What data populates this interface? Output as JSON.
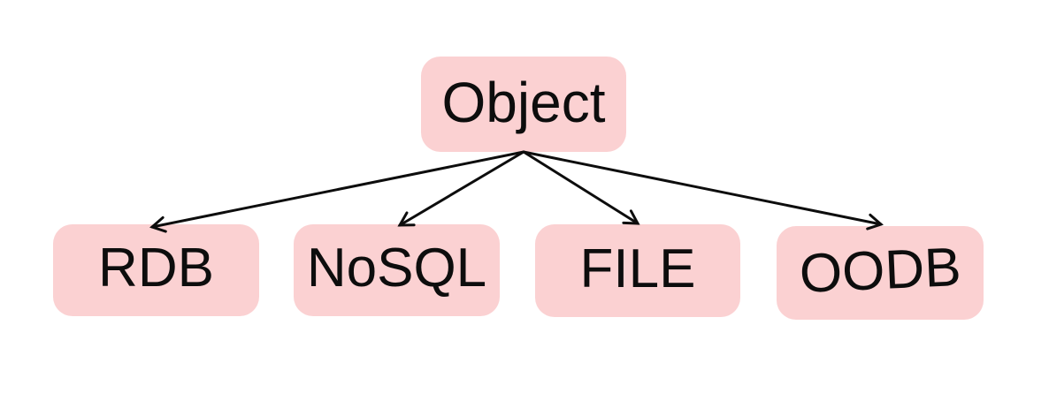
{
  "colors": {
    "background": "#ffffff",
    "node-fill": "#fbd1d2",
    "text": "#0d0d0d",
    "arrow": "#0d0d0d"
  },
  "diagram": {
    "type": "tree",
    "root": {
      "label": "Object"
    },
    "children": [
      {
        "label": "RDB"
      },
      {
        "label": "NoSQL"
      },
      {
        "label": "FILE"
      },
      {
        "label": "OODB"
      }
    ],
    "edges": [
      {
        "from": "Object",
        "to": "RDB"
      },
      {
        "from": "Object",
        "to": "NoSQL"
      },
      {
        "from": "Object",
        "to": "FILE"
      },
      {
        "from": "Object",
        "to": "OODB"
      }
    ]
  }
}
